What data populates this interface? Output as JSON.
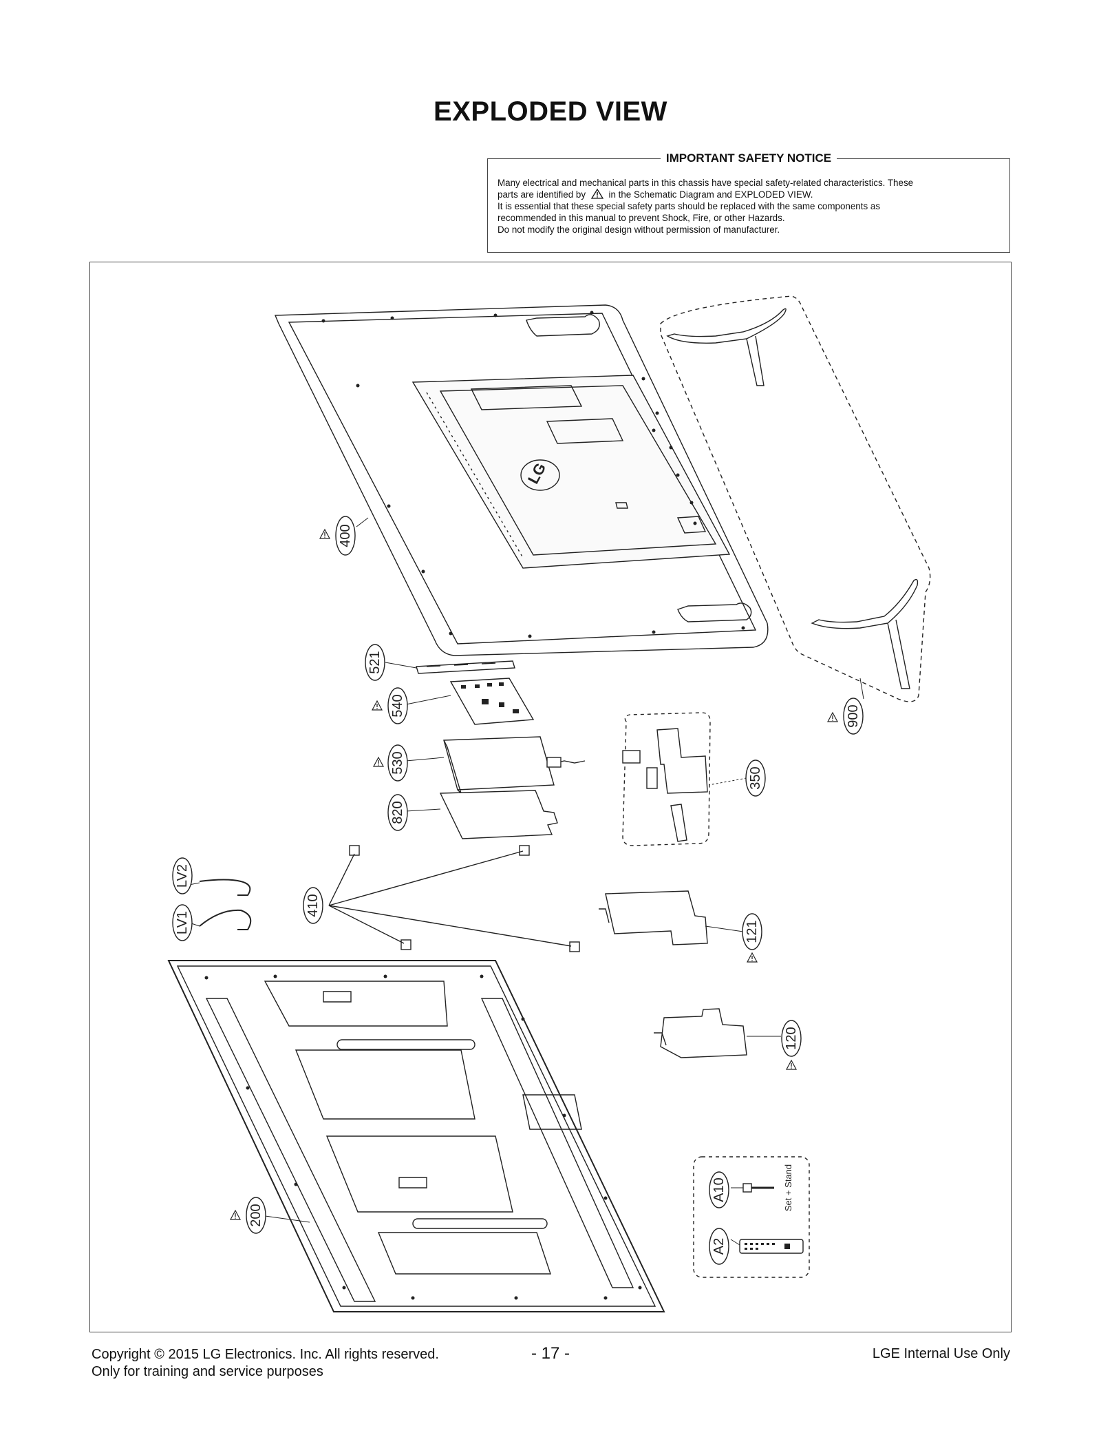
{
  "page_title": "EXPLODED VIEW",
  "safety_notice": {
    "heading": "IMPORTANT SAFETY NOTICE",
    "line1": "Many electrical and mechanical parts in this chassis have special safety-related characteristics. These",
    "line2a": "parts are identified by",
    "line2b": "in the Schematic Diagram and EXPLODED VIEW.",
    "line3": "It is essential that these special safety parts should be replaced with the same components as",
    "line4": "recommended in this manual to prevent Shock, Fire, or other Hazards.",
    "line5": "Do not modify the original design without permission of manufacturer."
  },
  "parts": {
    "p400": "400",
    "p900": "900",
    "p521": "521",
    "p540": "540",
    "p530": "530",
    "p820": "820",
    "p350": "350",
    "p410": "410",
    "pLV2": "LV2",
    "pLV1": "LV1",
    "p121": "121",
    "p120": "120",
    "p200": "200",
    "pA10": "A10",
    "pA2": "A2"
  },
  "accessory_caption": "Set + Stand",
  "logo_text": "LG",
  "footer": {
    "copyright": "Copyright  © 2015 LG Electronics. Inc. All rights reserved.",
    "purpose": "Only for training and service purposes",
    "page_number": "- 17 -",
    "internal": "LGE Internal Use Only"
  }
}
